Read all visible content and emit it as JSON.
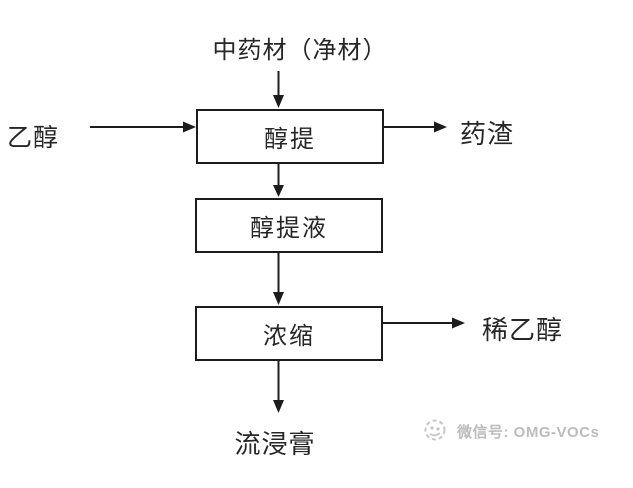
{
  "flowchart": {
    "source_label": "中药材（净材）",
    "input_label": "乙醇",
    "process_boxes": [
      {
        "label": "醇提"
      },
      {
        "label": "醇提液"
      },
      {
        "label": "浓缩"
      }
    ],
    "byproducts": [
      {
        "label": "药渣"
      },
      {
        "label": "稀乙醇"
      }
    ],
    "final_product_label": "流浸膏"
  },
  "watermark": {
    "icon": "wechat-logo-icon",
    "label": "微信号: OMG-VOCs"
  },
  "colors": {
    "line": "#1c1c1c",
    "text": "#262626",
    "watermark": "#bcbcbc",
    "background": "#ffffff"
  }
}
